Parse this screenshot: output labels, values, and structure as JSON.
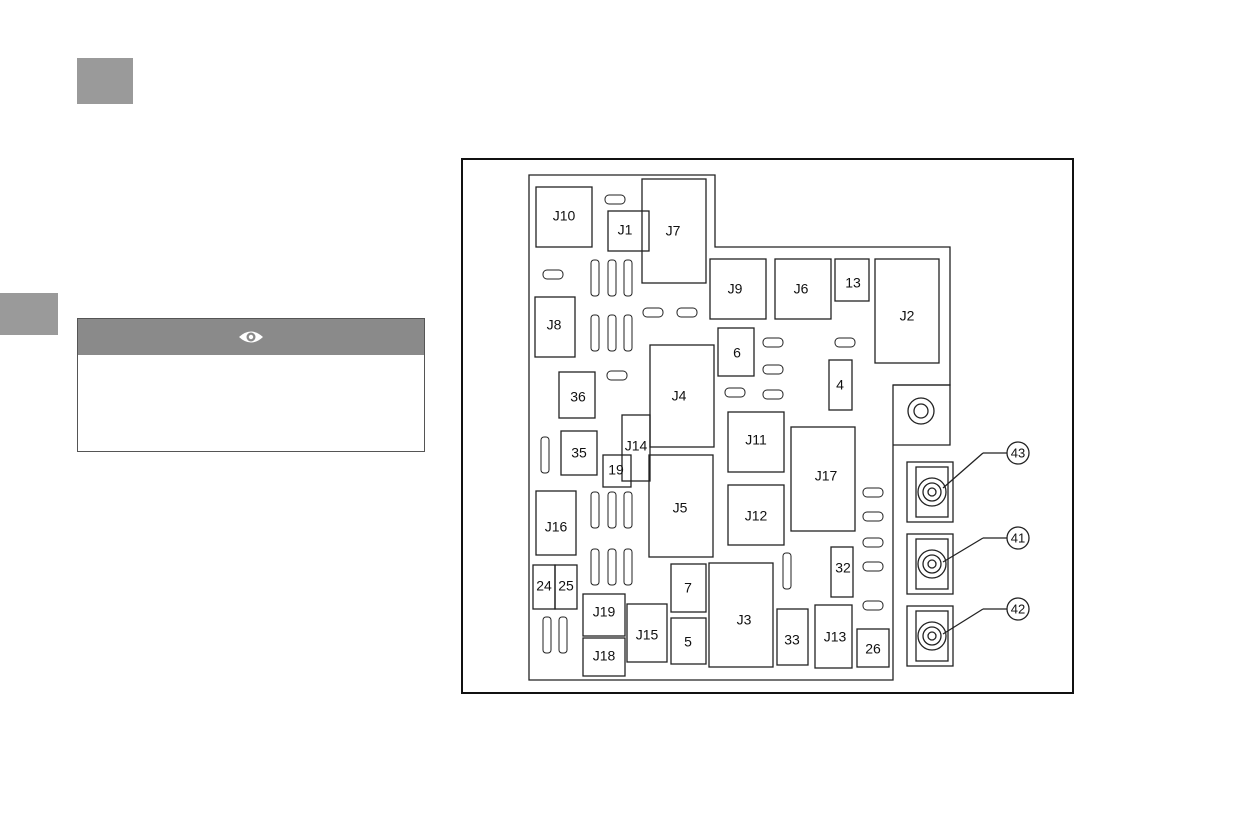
{
  "note": {
    "icon": "eye-icon"
  },
  "diagram": {
    "labels": {
      "J10": "J10",
      "J1": "J1",
      "J7": "J7",
      "J9": "J9",
      "J6": "J6",
      "b13": "13",
      "J2": "J2",
      "J8": "J8",
      "b6": "6",
      "b4": "4",
      "J4": "J4",
      "b36": "36",
      "J14": "J14",
      "b35": "35",
      "b19": "19",
      "J11": "J11",
      "J17": "J17",
      "J12": "J12",
      "J5": "J5",
      "J16": "J16",
      "b24": "24",
      "b25": "25",
      "b7": "7",
      "b32": "32",
      "J3": "J3",
      "J19": "J19",
      "J15": "J15",
      "b5": "5",
      "b33": "33",
      "J13": "J13",
      "b26": "26",
      "J18": "J18"
    },
    "callouts": {
      "c43": "43",
      "c41": "41",
      "c42": "42"
    }
  }
}
